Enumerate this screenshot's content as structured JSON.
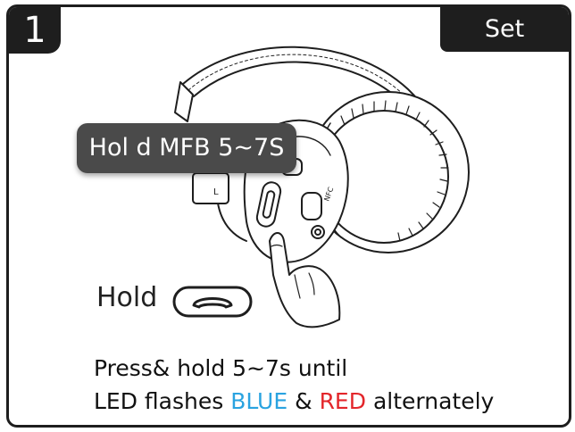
{
  "step": {
    "number": "1",
    "title": "Set"
  },
  "callout": {
    "text": "Hol d MFB 5~7S"
  },
  "hold": {
    "label": "Hold",
    "icon": "phone-handset-icon"
  },
  "instruction": {
    "line1": "Press& hold 5~7s until",
    "line2_prefix": "LED flashes",
    "blue_word": "BLUE",
    "amp": "&",
    "red_word": "RED",
    "line2_suffix": "alternately"
  },
  "colors": {
    "blue": "#2aa3e0",
    "red": "#e3262b",
    "tab": "#1e1e1e",
    "callout": "#4a4a4a"
  }
}
